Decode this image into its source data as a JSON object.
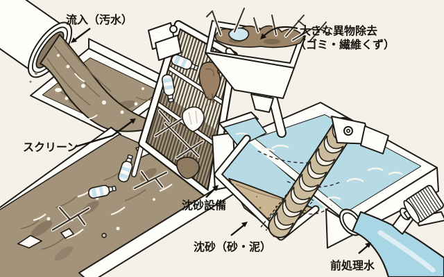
{
  "labels": {
    "inflow": "流入（汚水）",
    "large_debris_removal_line1": "大きな異物除去",
    "large_debris_removal_line2": "（ゴミ・繊維くず）",
    "screen": "スクリーン",
    "grit_facility": "沈砂設備",
    "settled_grit": "沈砂（砂・泥）",
    "pretreated_water": "前処理水"
  },
  "colors": {
    "background": "#f5f1e8",
    "outline": "#1f1b15",
    "sewage_brown": "#a3937b",
    "sewage_dark": "#8a7863",
    "water_blue": "#b7dbe5",
    "pipe_water_blue": "#a9d6e4",
    "sand_tan": "#cab691",
    "bottle_band_blue": "#c6e3ed",
    "structure_white": "#fdfdf9"
  },
  "components": [
    "inflow-pipe",
    "sewage-stream",
    "inflow-basin",
    "sewage-channel",
    "bar-screen",
    "screen-rake-motor",
    "pivot-joint",
    "debris-basket",
    "basket-support-post",
    "grit-chamber",
    "sand-layer",
    "screw-conveyor",
    "outlet-flange",
    "outlet-pipe",
    "pump-motor",
    "plastic-bottle",
    "branch-debris",
    "paper-debris",
    "rag-debris",
    "plastic-bag-debris"
  ]
}
